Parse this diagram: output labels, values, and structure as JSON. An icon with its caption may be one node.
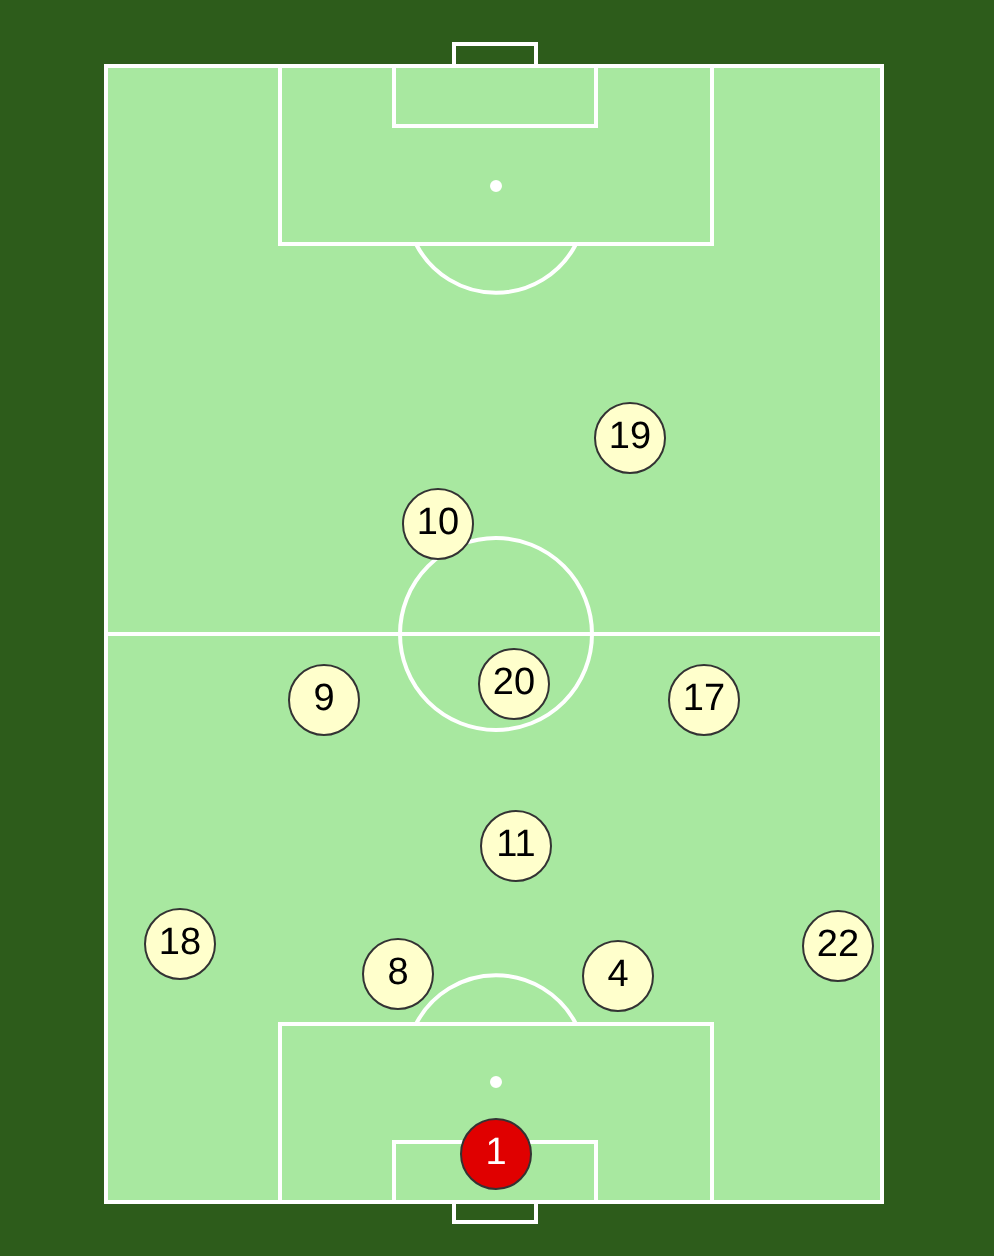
{
  "diagram": {
    "nodes": [
      {
        "text": [
          "19"
        ]
      },
      {
        "text": [
          "10"
        ]
      },
      {
        "text": [
          "20"
        ]
      },
      {
        "text": [
          "9"
        ]
      },
      {
        "text": [
          "17"
        ]
      },
      {
        "text": [
          "11"
        ]
      },
      {
        "text": [
          "18"
        ]
      },
      {
        "text": [
          "22"
        ]
      },
      {
        "text": [
          "8"
        ]
      },
      {
        "text": [
          "4"
        ]
      },
      {
        "text": [
          "1"
        ]
      }
    ]
  }
}
